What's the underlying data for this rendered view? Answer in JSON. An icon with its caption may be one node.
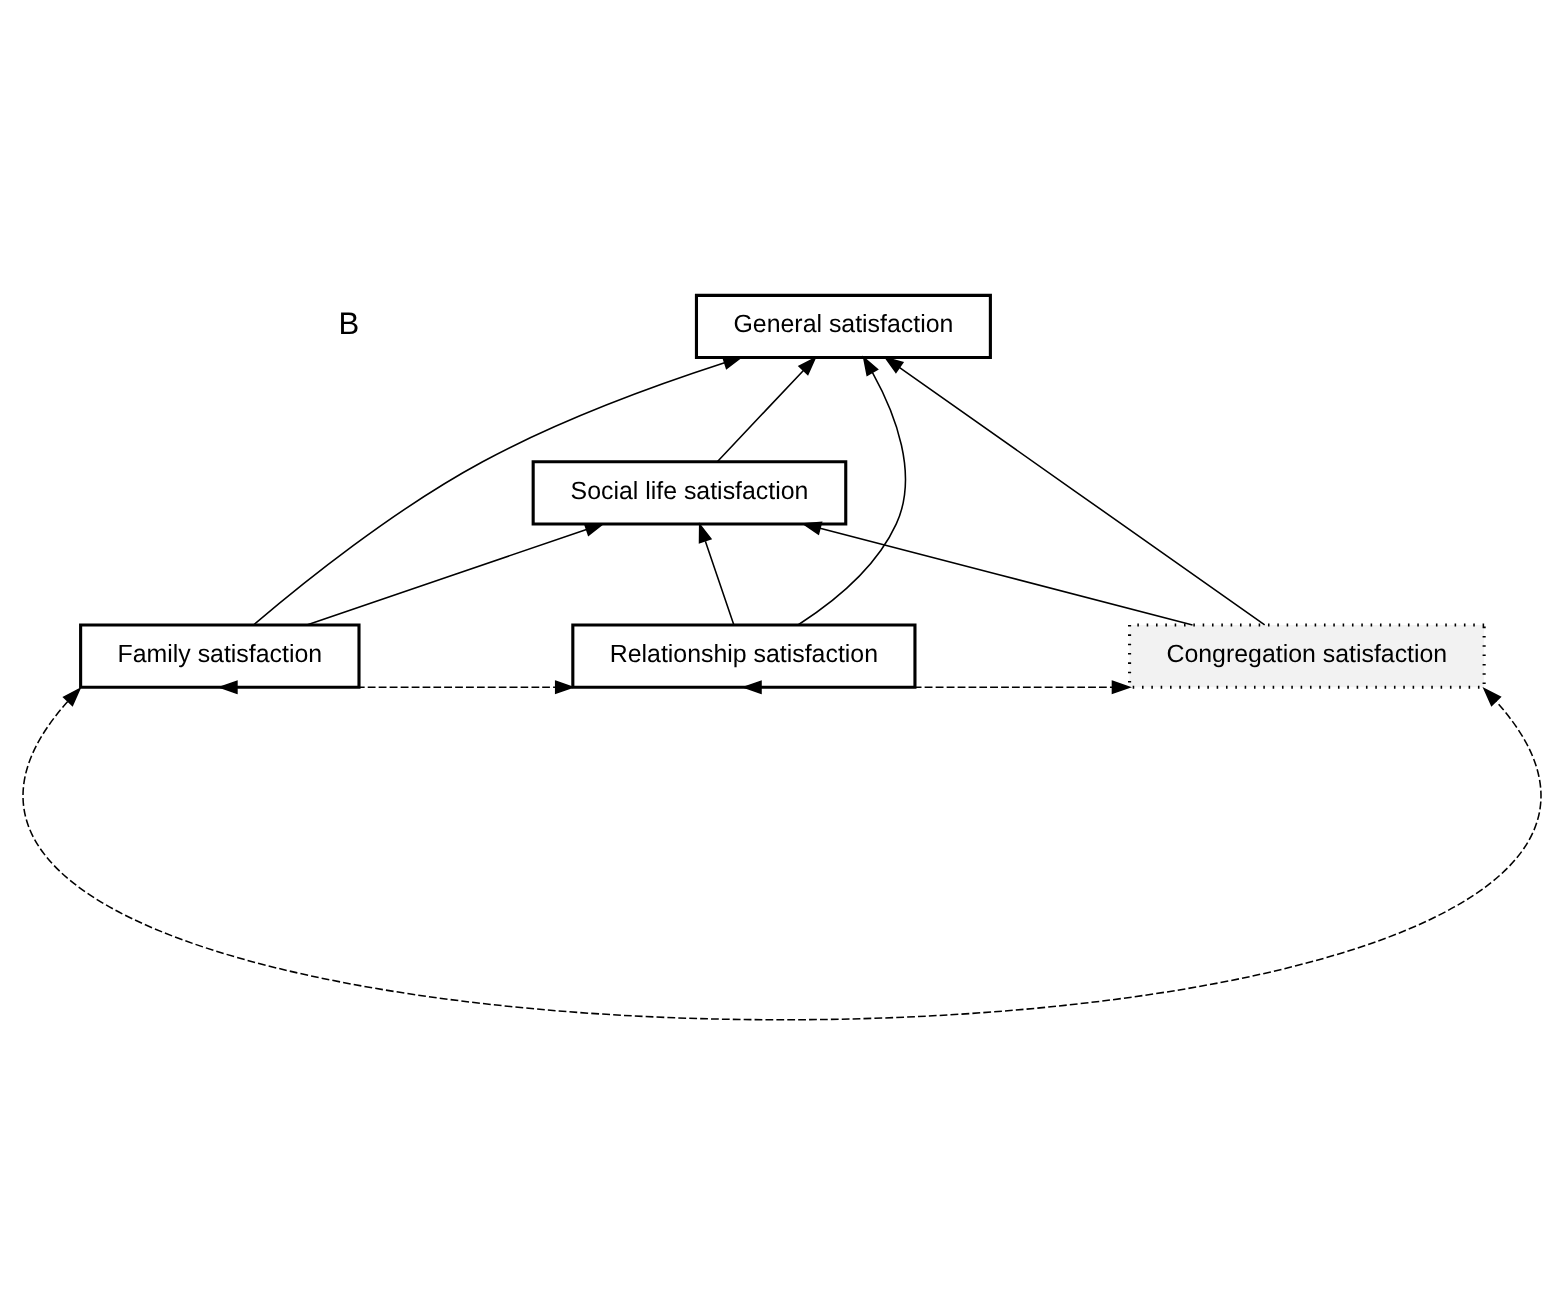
{
  "diagram": {
    "nodes": [
      {
        "text": [
          "General satisfaction"
        ]
      },
      {
        "text": [
          "Social life satisfaction"
        ]
      },
      {
        "text": [
          "Family satisfaction"
        ]
      },
      {
        "text": [
          "Relationship satisfaction"
        ]
      },
      {
        "text": [
          "Congregation satisfaction"
        ]
      }
    ],
    "edges": [
      {
        "from": 2,
        "to": 0,
        "arrow": "to"
      },
      {
        "from": 3,
        "to": 0,
        "arrow": "to"
      },
      {
        "from": 1,
        "to": 0,
        "arrow": "to"
      },
      {
        "from": 4,
        "to": 0,
        "arrow": "to"
      },
      {
        "from": 2,
        "to": 1,
        "arrow": "to"
      },
      {
        "from": 3,
        "to": 1,
        "arrow": "to"
      },
      {
        "from": 4,
        "to": 1,
        "arrow": "to"
      },
      {
        "from": 2,
        "to": 3,
        "arrow": "both",
        "style": "dashed"
      },
      {
        "from": 3,
        "to": 4,
        "arrow": "both",
        "style": "dashed"
      },
      {
        "from": 2,
        "to": 4,
        "arrow": "both",
        "style": "dashed"
      }
    ],
    "labels": [
      "B"
    ]
  }
}
